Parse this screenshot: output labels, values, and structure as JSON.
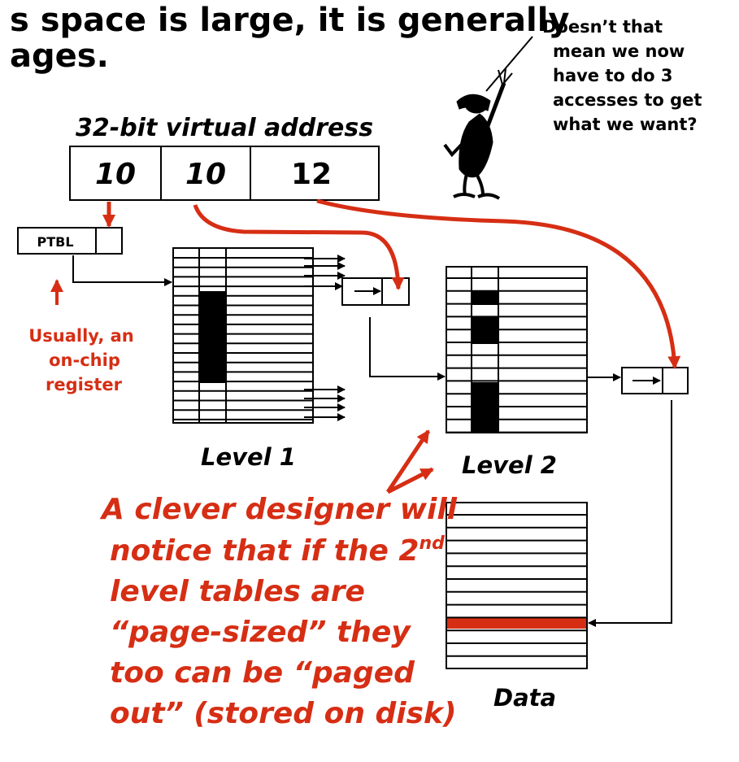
{
  "header": {
    "line1": "s space is large, it is generally",
    "line2": "ages."
  },
  "speech": {
    "lines": [
      "Doesn’t that",
      "mean we now",
      "have to do 3",
      "accesses to get",
      "what we want?"
    ]
  },
  "address": {
    "caption": "32-bit virtual address",
    "fields": [
      "10",
      "10",
      "12"
    ]
  },
  "ptbl": {
    "label": "PTBL",
    "note_lines": [
      "Usually, an",
      "on-chip",
      "register"
    ]
  },
  "tables": {
    "level1_label": "Level 1",
    "level2_label": "Level 2",
    "data_label": "Data"
  },
  "note": {
    "line1_main": "A clever designer will",
    "line2_main": "notice that if the 2",
    "line2_sup": "nd",
    "line3": "level tables are",
    "line4": "“page-sized” they",
    "line5": "too can be “paged",
    "line6": "out” (stored on disk)"
  },
  "colors": {
    "accent": "#d62e14",
    "ink": "#000000"
  }
}
